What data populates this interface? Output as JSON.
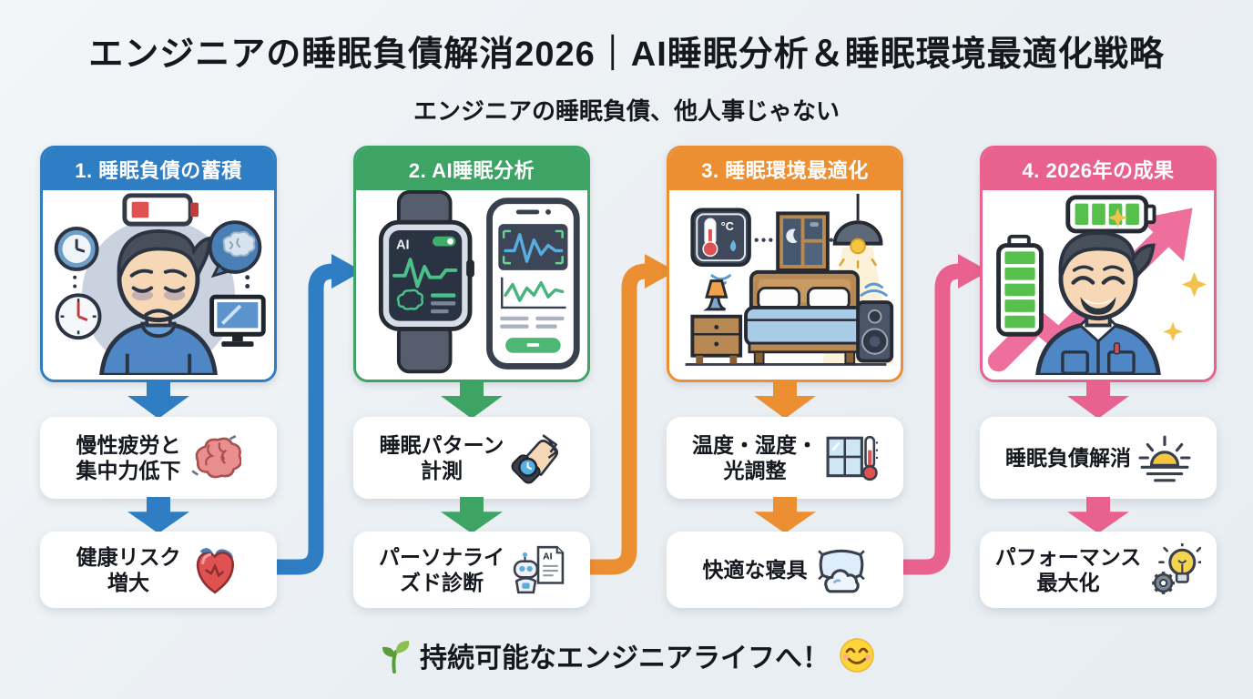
{
  "title": "エンジニアの睡眠負債解消2026｜AI睡眠分析＆睡眠環境最適化戦略",
  "subtitle": "エンジニアの睡眠負債、他人事じゃない",
  "footer": {
    "text": "持続可能なエンジニアライフへ！",
    "leading_icon": "seedling-icon",
    "trailing_icon": "smiling-face-icon"
  },
  "colors": {
    "background": "#edf1f4",
    "card_background": "#ffffff",
    "text": "#15181e",
    "step1_blue": "#2f7dc3",
    "step2_green": "#3da465",
    "step3_orange": "#ec8f33",
    "step4_pink": "#e9618e",
    "connector_colors": [
      "#2f7dc3",
      "#ec8f33",
      "#e9618e"
    ]
  },
  "steps": [
    {
      "header": "1. 睡眠負債の蓄積",
      "color": "#2f7dc3",
      "illustration": "tired-engineer-low-battery-clocks-monitor",
      "boxes": [
        {
          "label": "慢性疲労と\n集中力低下",
          "icon": "brain-icon"
        },
        {
          "label": "健康リスク\n増大",
          "icon": "heart-icon"
        }
      ]
    },
    {
      "header": "2. AI睡眠分析",
      "color": "#3da465",
      "illustration": "smartwatch-and-phone-sleep-graphs",
      "boxes": [
        {
          "label": "睡眠パターン\n計測",
          "icon": "smartwatch-wrist-icon"
        },
        {
          "label": "パーソナライ\nズド診断",
          "icon": "ai-robot-report-icon"
        }
      ]
    },
    {
      "header": "3. 睡眠環境最適化",
      "color": "#ec8f33",
      "illustration": "smart-bedroom-thermostat-window-lamp-bed-speaker",
      "boxes": [
        {
          "label": "温度・湿度・\n光調整",
          "icon": "window-thermometer-icon"
        },
        {
          "label": "快適な寝具",
          "icon": "pillow-cloud-icon"
        }
      ]
    },
    {
      "header": "4. 2026年の成果",
      "color": "#e9618e",
      "illustration": "energized-engineer-full-battery-rising-arrow",
      "boxes": [
        {
          "label": "睡眠負債解消",
          "icon": "sunrise-icon"
        },
        {
          "label": "パフォーマンス\n最大化",
          "icon": "lightbulb-gear-icon"
        }
      ]
    }
  ]
}
